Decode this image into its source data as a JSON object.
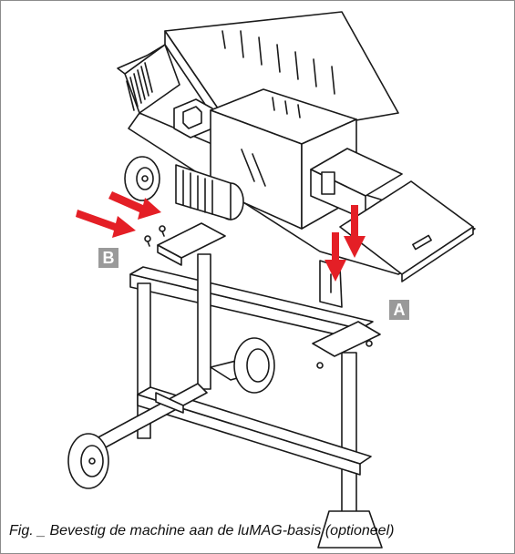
{
  "figure": {
    "marker_a": "A",
    "marker_b": "B",
    "caption": "Fig. _ Bevestig de machine aan de luMAG-basis (optioneel)",
    "colors": {
      "arrow": "#e41f26",
      "marker_bg": "#9a9a9a",
      "line": "#1a1a1a"
    }
  }
}
